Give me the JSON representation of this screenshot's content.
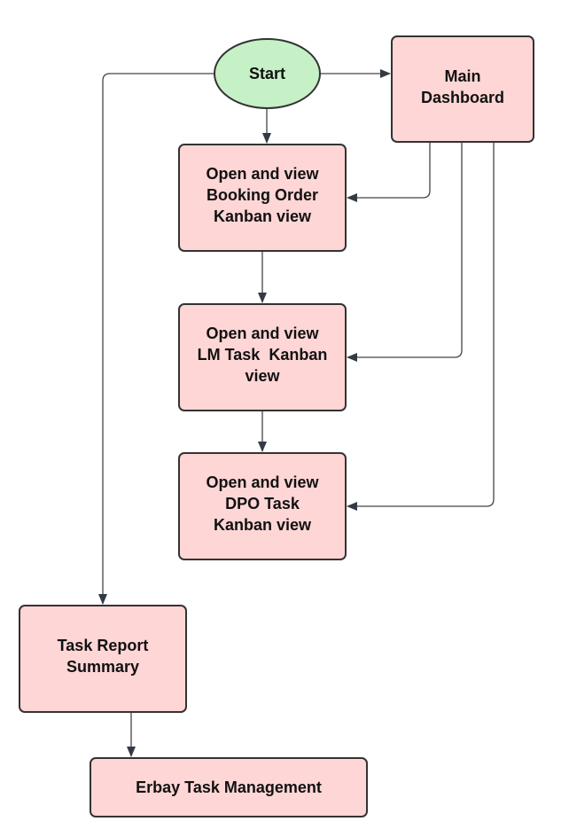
{
  "diagram": {
    "colors": {
      "box_fill": "#ffd6d6",
      "start_fill": "#c6f0c6",
      "stroke": "#333333",
      "edge": "#444444"
    },
    "nodes": {
      "start": {
        "lines": [
          "Start"
        ]
      },
      "main_dashboard": {
        "lines": [
          "Main",
          "Dashboard"
        ]
      },
      "booking_order": {
        "lines": [
          "Open and view",
          "Booking Order",
          "Kanban view"
        ]
      },
      "lm_task": {
        "lines": [
          "Open and view",
          "LM Task  Kanban",
          "view"
        ]
      },
      "dpo_task": {
        "lines": [
          "Open and view",
          "DPO Task",
          "Kanban view"
        ]
      },
      "task_report": {
        "lines": [
          "Task Report",
          "Summary"
        ]
      },
      "erbay": {
        "lines": [
          "Erbay Task Management"
        ]
      }
    },
    "edges": [
      {
        "from": "start",
        "to": "main_dashboard"
      },
      {
        "from": "start",
        "to": "booking_order"
      },
      {
        "from": "start",
        "to": "task_report"
      },
      {
        "from": "main_dashboard",
        "to": "booking_order"
      },
      {
        "from": "main_dashboard",
        "to": "lm_task"
      },
      {
        "from": "main_dashboard",
        "to": "dpo_task"
      },
      {
        "from": "booking_order",
        "to": "lm_task"
      },
      {
        "from": "lm_task",
        "to": "dpo_task"
      },
      {
        "from": "task_report",
        "to": "erbay"
      }
    ]
  }
}
